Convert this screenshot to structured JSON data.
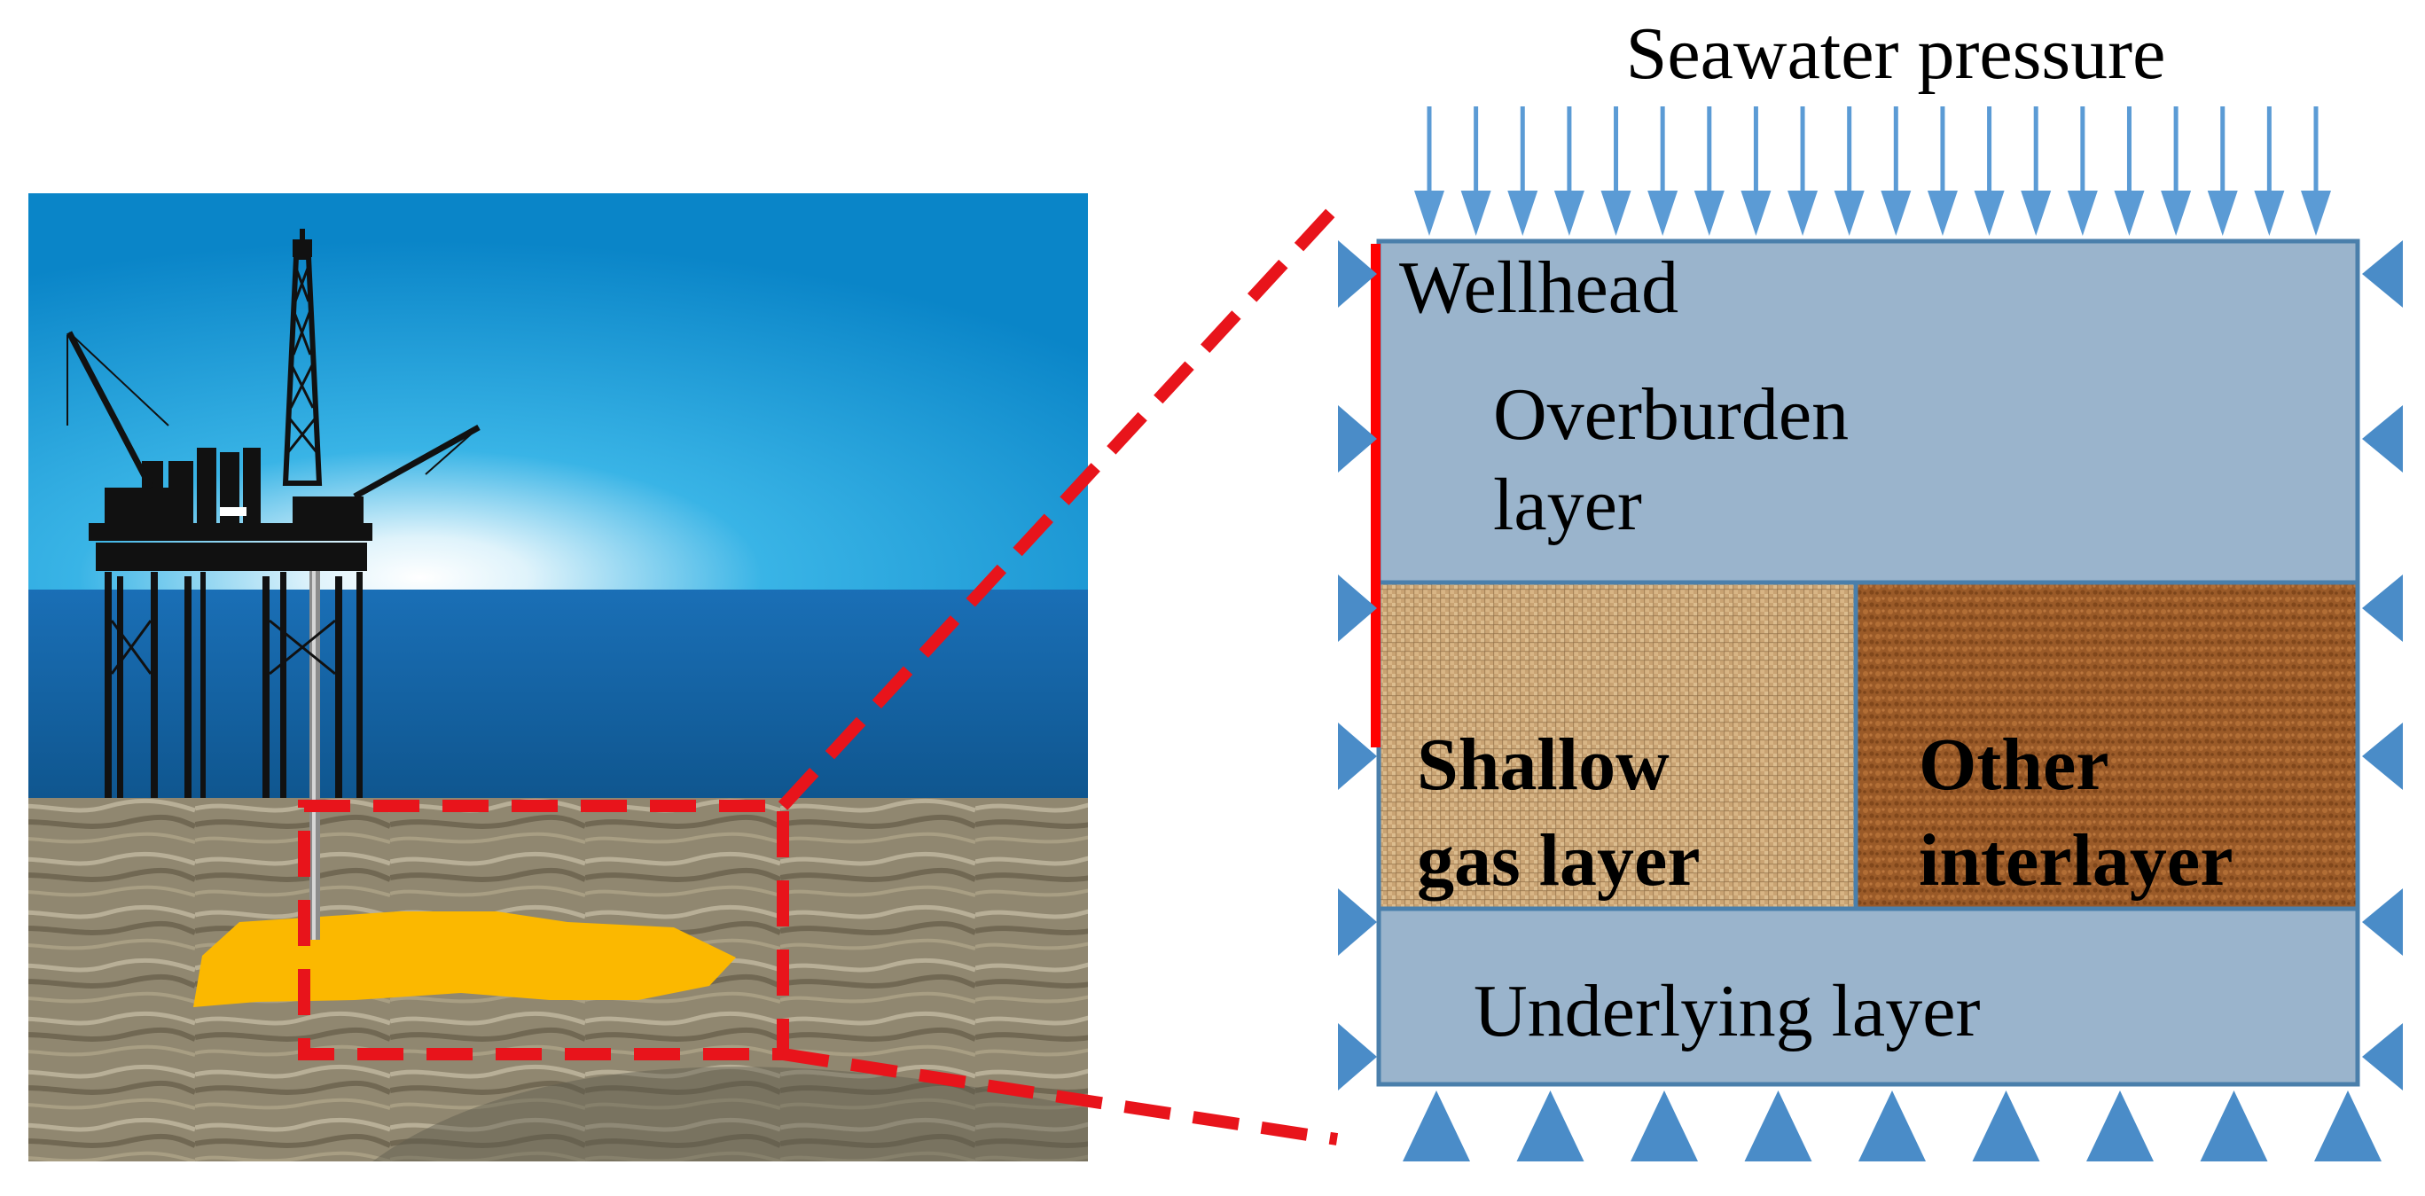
{
  "title": "Seawater pressure",
  "labels": {
    "wellhead": "Wellhead",
    "overburden_line1": "Overburden",
    "overburden_line2": "layer",
    "shallow_line1": "Shallow",
    "shallow_line2": "gas layer",
    "other_line1": "Other",
    "other_line2": "interlayer",
    "underlying": "Underlying layer"
  },
  "colors": {
    "sky_top": "#0a85c8",
    "sky_glow": "#e6f6fc",
    "sea": "#1463a8",
    "seabed": "#8f8670",
    "reservoir": "#fbb800",
    "rig": "#111111",
    "model_layer": "#9ab4cc",
    "model_border": "#4a7fab",
    "shallow_gas_texture": "#c8a271",
    "other_texture": "#9a5c2a",
    "arrow": "#5b9bd5",
    "support": "#4a8cc8",
    "dashed_red": "#e8141b",
    "wellbore": "#ff0000"
  },
  "icons": {
    "pressure": "down-arrow-icon",
    "support": "roller-support-triangle-icon"
  }
}
